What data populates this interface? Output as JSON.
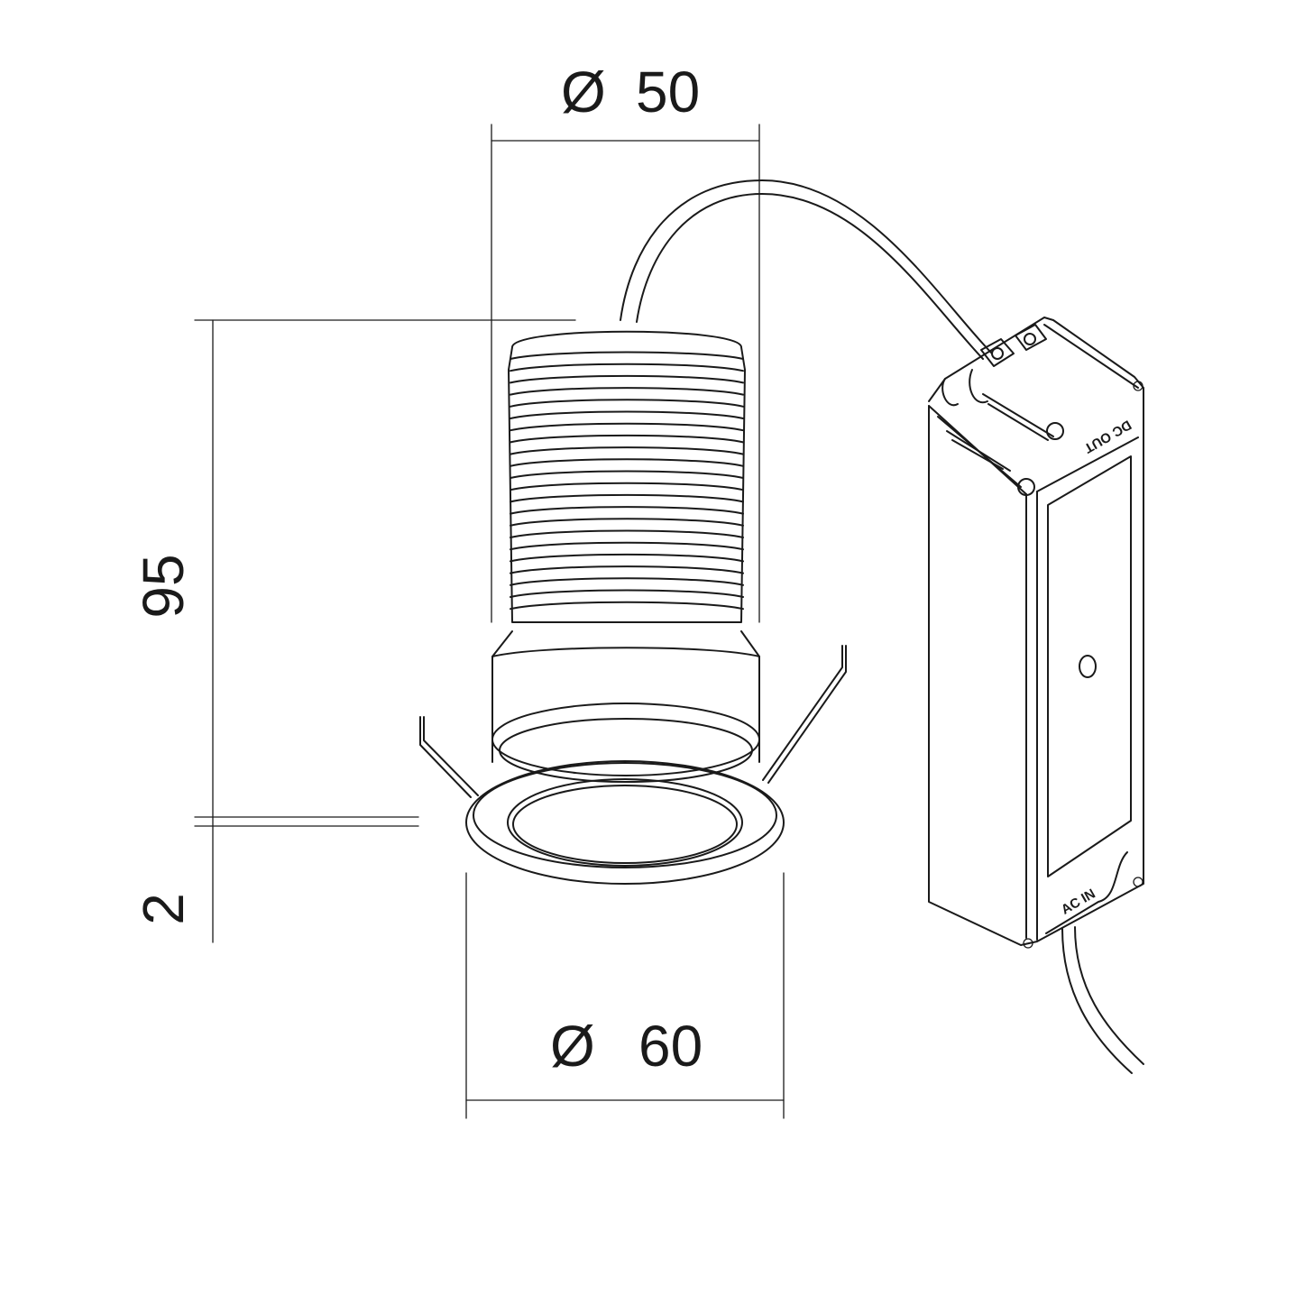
{
  "dimensions": {
    "top_diameter": "50",
    "bottom_diameter": "60",
    "height": "95",
    "flange": "2",
    "diameter_symbol": "Ø"
  },
  "driver": {
    "dc_label": "DC OUT",
    "ac_label": "AC IN"
  },
  "colors": {
    "line": "#1a1a1a",
    "background": "#ffffff"
  }
}
